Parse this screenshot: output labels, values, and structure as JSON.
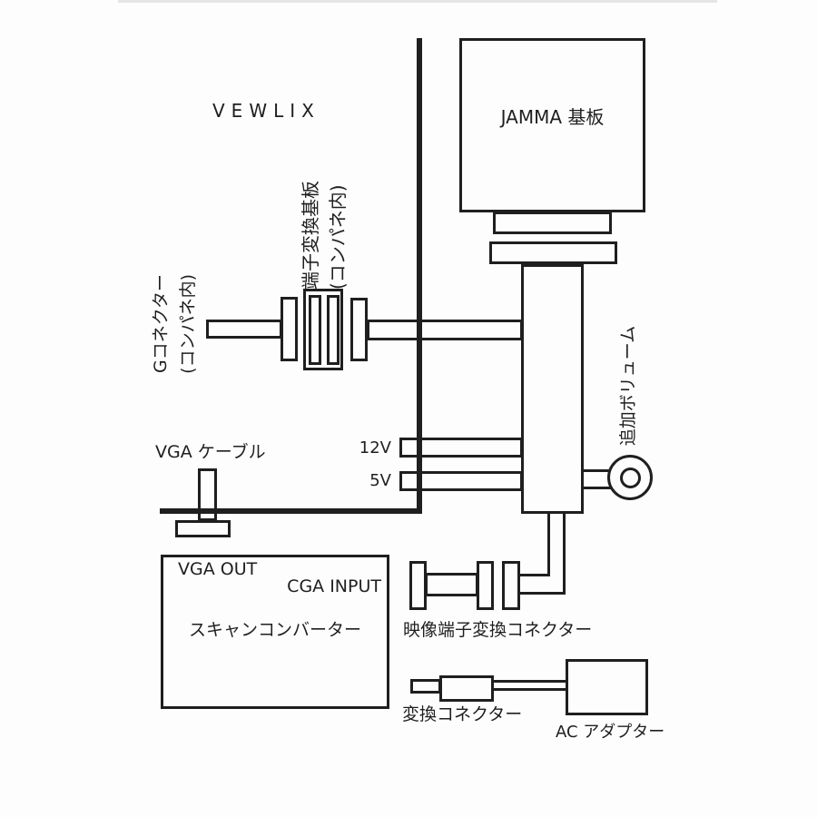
{
  "colors": {
    "ink": "#1f1f1f",
    "background": "#fdfdfd"
  },
  "cabinet": {
    "name": "VEWLIX"
  },
  "jamma": {
    "label": "JAMMA 基板"
  },
  "terminal_board": {
    "line1": "端子変換基板",
    "line2": "(コンパネ内)"
  },
  "g_connector": {
    "line1": "Gコネクター",
    "line2": "(コンパネ内)"
  },
  "volume": {
    "label": "追加ボリューム"
  },
  "power": {
    "v12": "12V",
    "v5": "5V"
  },
  "vga_cable": {
    "label": "VGA ケーブル"
  },
  "scan_converter": {
    "vga_out": "VGA OUT",
    "cga_input": "CGA INPUT",
    "name": "スキャンコンバーター"
  },
  "video_terminal": {
    "label": "映像端子変換コネクター"
  },
  "conversion_connector": {
    "label": "変換コネクター"
  },
  "ac_adapter": {
    "label": "AC アダプター"
  }
}
